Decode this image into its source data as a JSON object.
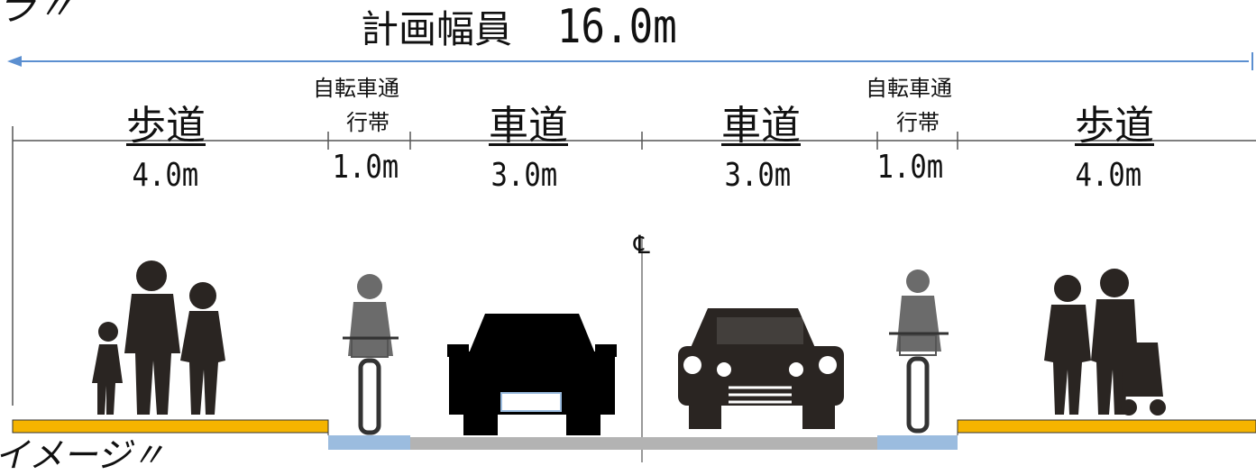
{
  "title": {
    "label": "計画幅員",
    "width": "16.0m"
  },
  "top_fragment": "ラ〃",
  "bottom_fragment": "イメージ〃",
  "centerline_symbol": "℄",
  "sections": [
    {
      "name": "歩道",
      "width": "4.0m"
    },
    {
      "name_line1": "自転車通",
      "name_line2": "行帯",
      "width": "1.0m"
    },
    {
      "name": "車道",
      "width": "3.0m"
    },
    {
      "name": "車道",
      "width": "3.0m"
    },
    {
      "name_line1": "自転車通",
      "name_line2": "行帯",
      "width": "1.0m"
    },
    {
      "name": "歩道",
      "width": "4.0m"
    }
  ],
  "colors": {
    "sidewalk": "#f5b400",
    "bike_lane": "#9bbcdf",
    "roadway": "#b3b3b3",
    "dimension_arrow": "#5b8fd0",
    "silhouette": "#2a2522",
    "cyclist": "#6b6b6b"
  }
}
